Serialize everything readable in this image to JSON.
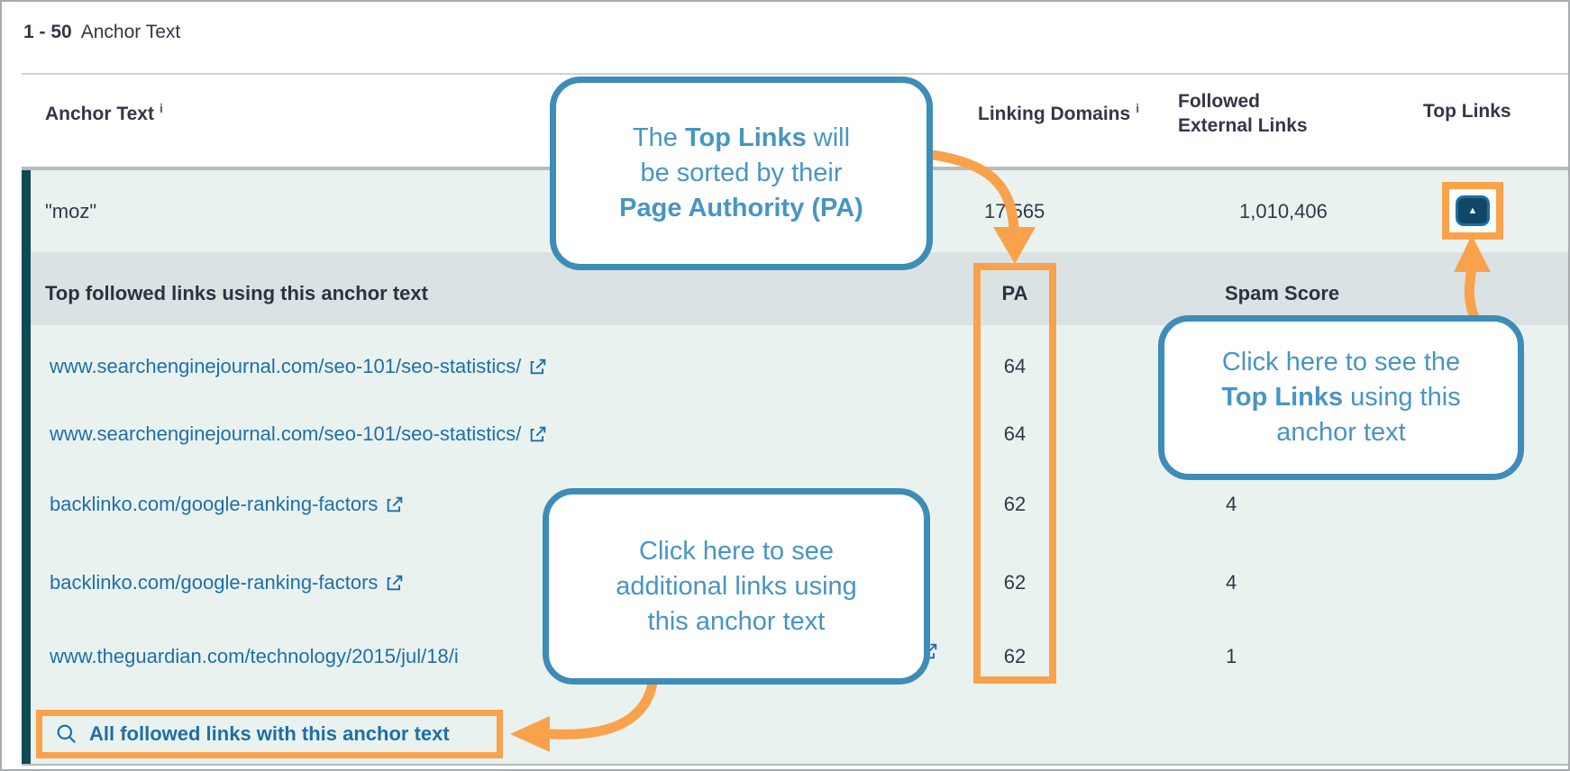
{
  "pagination": {
    "range": "1 - 50",
    "label": "Anchor Text"
  },
  "columns": {
    "anchor_text": "Anchor Text",
    "info_icon": "i",
    "linking_domains": "Linking Domains",
    "followed_external_links": "Followed External Links",
    "top_links": "Top Links"
  },
  "summary": {
    "anchor_text": "\"moz\"",
    "linking_domains": "17,565",
    "followed_external_links": "1,010,406",
    "top_links_icon": "▲"
  },
  "subheader": {
    "title": "Top followed links using this anchor text",
    "pa": "PA",
    "spam_score": "Spam Score"
  },
  "rows": [
    {
      "url": "www.searchenginejournal.com/seo-101/seo-statistics/",
      "pa": "64",
      "spam_score": ""
    },
    {
      "url": "www.searchenginejournal.com/seo-101/seo-statistics/",
      "pa": "64",
      "spam_score": ""
    },
    {
      "url": "backlinko.com/google-ranking-factors",
      "pa": "62",
      "spam_score": "4"
    },
    {
      "url": "backlinko.com/google-ranking-factors",
      "pa": "62",
      "spam_score": "4"
    },
    {
      "url": "www.theguardian.com/technology/2015/jul/18/i",
      "pa": "62",
      "spam_score": "1"
    }
  ],
  "footer": {
    "label": "All followed links with this anchor text"
  },
  "callouts": {
    "sort": {
      "pre": "The ",
      "bold1": "Top Links",
      "post": " will",
      "line2": "be sorted by their",
      "bold2": "Page Authority (PA)"
    },
    "additional": {
      "line1": "Click here to see",
      "line2": "additional links using",
      "line3": "this anchor text"
    },
    "top_links": {
      "line1": "Click here to see the",
      "bold": "Top Links",
      "post": " using this",
      "line3": "anchor text"
    }
  },
  "colors": {
    "accent_orange": "#F9A24B",
    "callout_blue": "#3E8CB8",
    "link_blue": "#1E6FA8",
    "dark_text": "#343647",
    "left_bar_teal": "#0C4A58"
  }
}
